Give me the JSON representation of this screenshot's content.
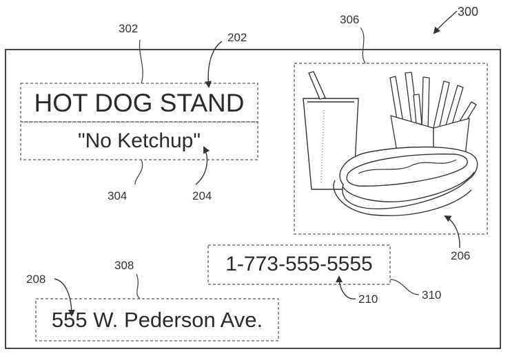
{
  "figure_ref": "300",
  "card": {
    "title": "HOT DOG STAND",
    "tagline": "\"No Ketchup\"",
    "phone": "1-773-555-5555",
    "address": "555 W. Pederson Ave."
  },
  "callouts": {
    "title_box": "302",
    "tagline_box": "304",
    "image_box": "306",
    "address_box": "308",
    "phone_box": "310",
    "title_text": "202",
    "tagline_text": "204",
    "image": "206",
    "address_text": "208",
    "phone_text": "210"
  },
  "icons": [
    "drink-cup-icon",
    "french-fries-icon",
    "hot-dog-icon"
  ]
}
